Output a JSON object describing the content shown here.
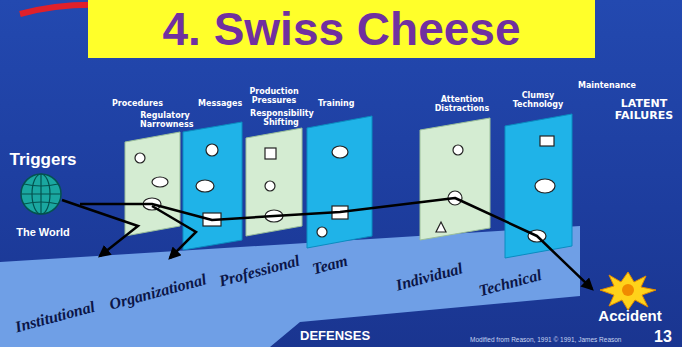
{
  "diagram": {
    "title": "4. Swiss Cheese",
    "nodes": [
      {
        "text": [
          "Triggers",
          "The World"
        ]
      },
      {
        "text": [
          "Accident"
        ]
      }
    ],
    "edges": [
      {
        "from": 0,
        "to": 1,
        "arrow": "to"
      }
    ],
    "labels": [
      "Procedures",
      "Messages",
      "Production Pressures",
      "Regulatory Narrowness",
      "Responsibility Shifting",
      "Training",
      "Attention Distractions",
      "Clumsy Technology",
      "Maintenance",
      "LATENT FAILURES",
      "Institutional",
      "Organizational",
      "Professional",
      "Team",
      "Individual",
      "Technical",
      "DEFENSES",
      "Modified from Reason, 1991 © 1991, James Reason",
      "13"
    ]
  }
}
